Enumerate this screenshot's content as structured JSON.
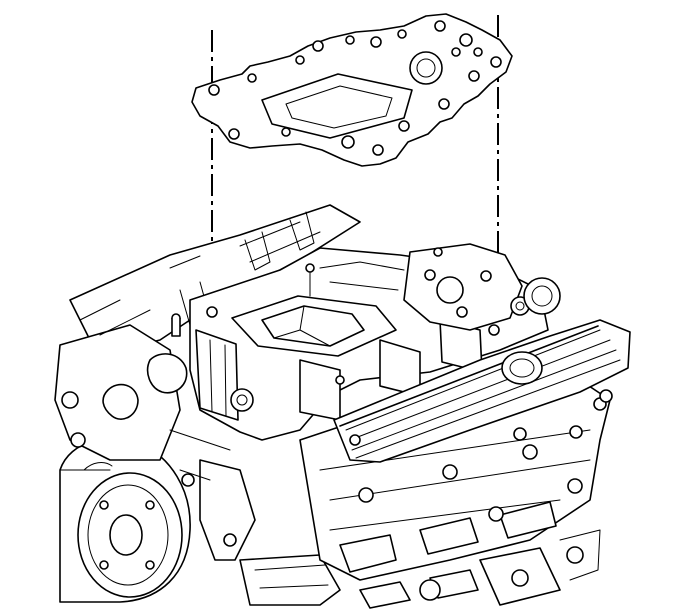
{
  "figure": {
    "kind": "exploded-view line illustration",
    "components": [
      "gasket",
      "intake-manifold",
      "engine-block",
      "valve-cover",
      "cylinder-head",
      "pulley"
    ],
    "alignment_guides": 2,
    "line_color": "#000000",
    "background_color": "#ffffff"
  }
}
